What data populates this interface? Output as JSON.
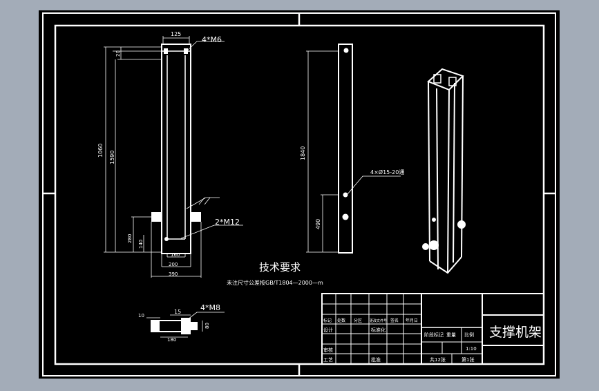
{
  "colors": {
    "background": "#a3acb8",
    "paper": "#000000",
    "lines": "#ffffff"
  },
  "drawing": {
    "title": "支撑机架",
    "tech_requirements_title": "技术要求",
    "tech_requirements_note": "未注尺寸公差按GB/T1804—2000—m"
  },
  "annotations": {
    "front_view": {
      "top_width": "125",
      "top_hole": "4*M6",
      "height_total": "1060",
      "height_inner": "1590",
      "top_offset": "20",
      "bottom_hole_label": "2*M12",
      "base_height": "280",
      "base_offset": "140",
      "base_w1": "160",
      "base_w2": "200",
      "base_w3": "390"
    },
    "side_view": {
      "height": "1840",
      "lower_height": "490",
      "hole_label": "4×Ø15-20通"
    },
    "bottom_view": {
      "offset": "10",
      "width": "15",
      "length": "180",
      "thickness": "80",
      "hole_label": "4*M8"
    }
  },
  "title_block": {
    "row_labels": [
      "标记",
      "处数",
      "分区",
      "更改文件号",
      "签名",
      "年月日"
    ],
    "left_labels": [
      "设计",
      "审核",
      "工艺"
    ],
    "middle_labels": [
      "标准化",
      "批准"
    ],
    "stage_label": "阶段标记",
    "weight_label": "重量",
    "scale_label": "比例",
    "scale_value": "1:10",
    "sheet_total": "共12张",
    "sheet_no": "第1张"
  }
}
